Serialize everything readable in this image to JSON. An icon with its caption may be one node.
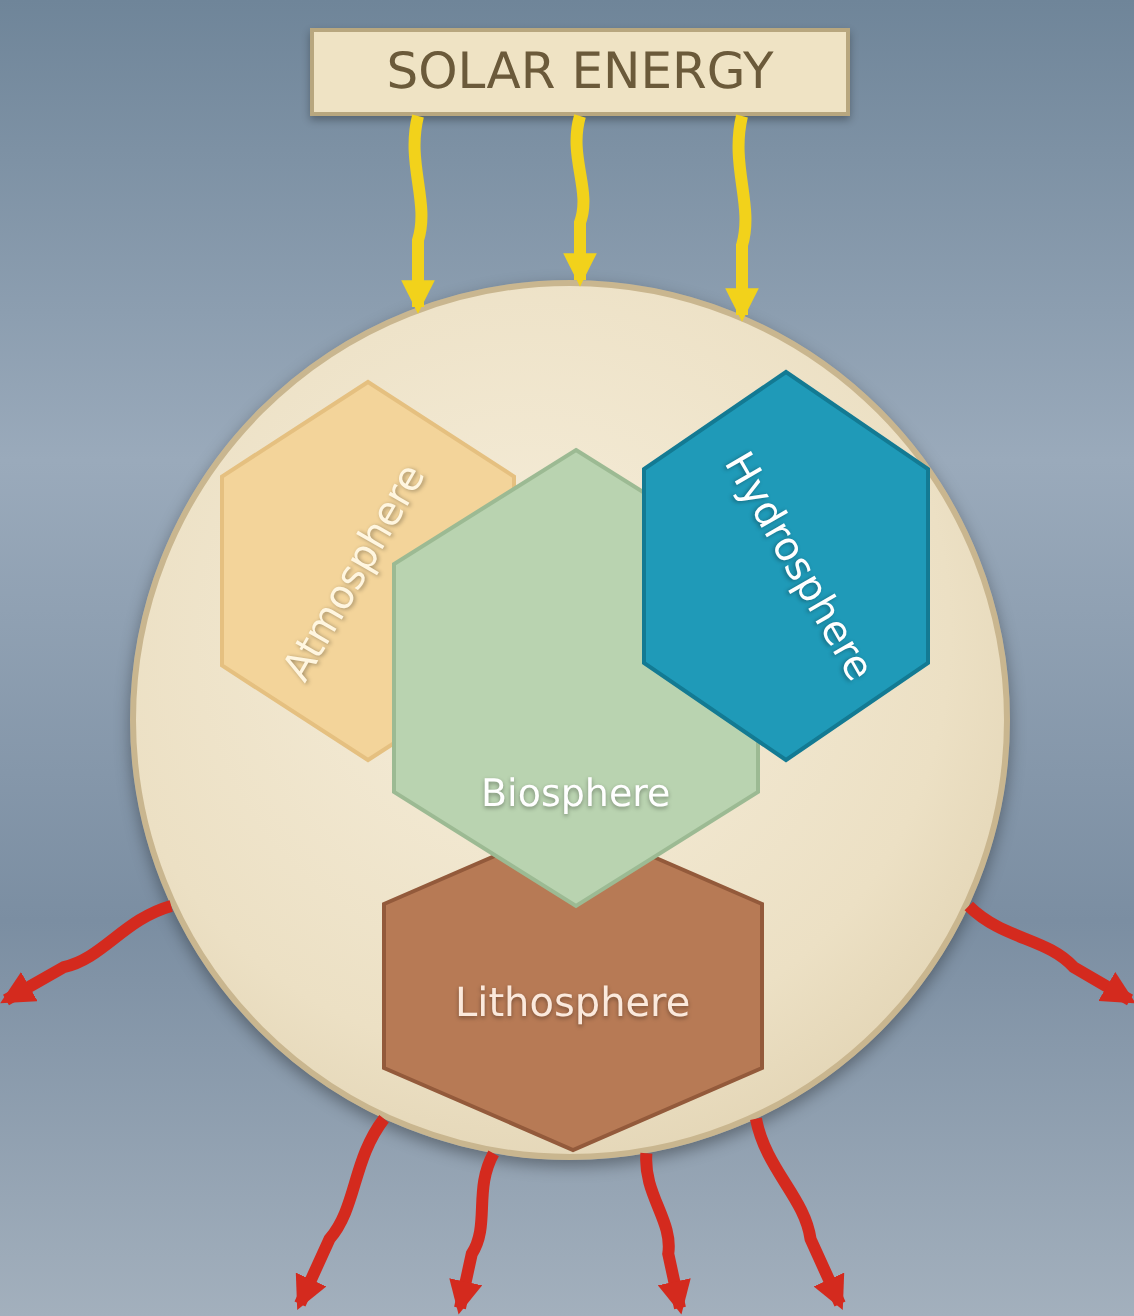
{
  "diagram": {
    "nodes": [
      {
        "text": [
          "SOLAR ENERGY"
        ]
      },
      {
        "text": [],
        "shape": "circle"
      },
      {
        "text": [
          "Atmosphere"
        ],
        "in": 1
      },
      {
        "text": [
          "Hydrosphere"
        ],
        "in": 1
      },
      {
        "text": [
          "Biosphere"
        ],
        "in": 1
      },
      {
        "text": [
          "Lithosphere"
        ],
        "in": 1
      }
    ],
    "edges": [
      {
        "from": 0,
        "to": 1,
        "arrow": "to",
        "color": "#f2d21b"
      },
      {
        "from": 0,
        "to": 1,
        "arrow": "to",
        "color": "#f2d21b"
      },
      {
        "from": 0,
        "to": 1,
        "arrow": "to",
        "color": "#f2d21b"
      },
      {
        "from": 1,
        "to": null,
        "arrow": "to",
        "color": "#d42a1e"
      },
      {
        "from": 1,
        "to": null,
        "arrow": "to",
        "color": "#d42a1e"
      },
      {
        "from": 1,
        "to": null,
        "arrow": "to",
        "color": "#d42a1e"
      },
      {
        "from": 1,
        "to": null,
        "arrow": "to",
        "color": "#d42a1e"
      },
      {
        "from": 1,
        "to": null,
        "arrow": "to",
        "color": "#d42a1e"
      },
      {
        "from": 1,
        "to": null,
        "arrow": "to",
        "color": "#d42a1e"
      }
    ]
  }
}
